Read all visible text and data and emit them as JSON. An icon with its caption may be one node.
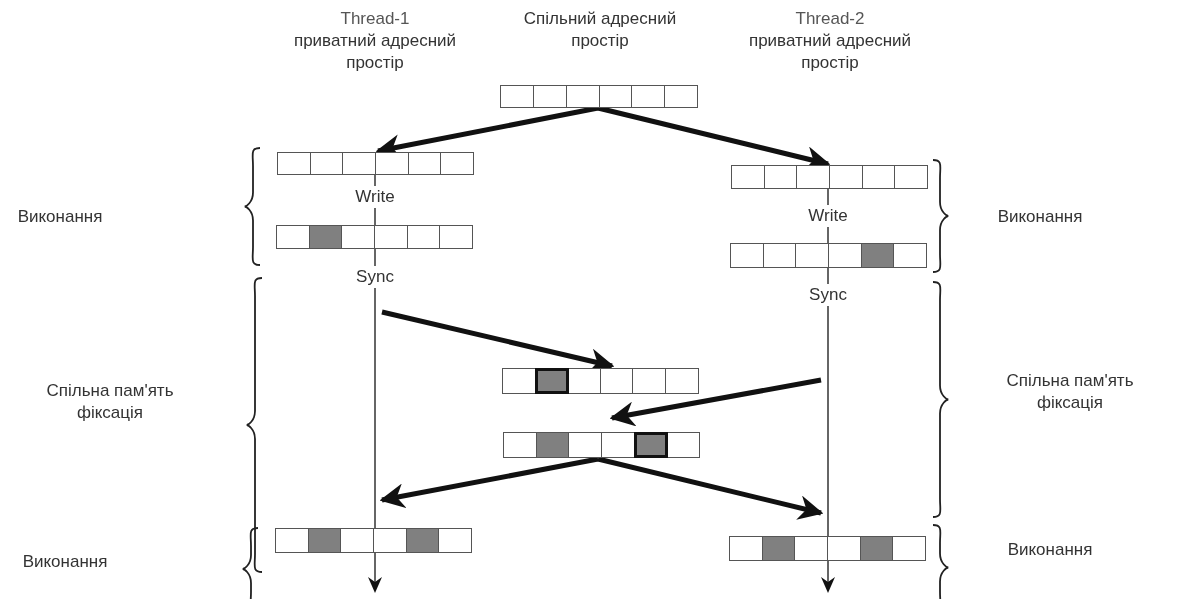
{
  "diagram": {
    "nodes": [
      {
        "text": [],
        "shape": "bar"
      },
      {
        "text": [],
        "shape": "bar"
      },
      {
        "text": [],
        "shape": "bar"
      },
      {
        "text": [],
        "shape": "bar"
      },
      {
        "text": [],
        "shape": "bar"
      },
      {
        "text": [],
        "shape": "line"
      },
      {
        "text": [],
        "shape": "line"
      },
      {
        "text": [],
        "shape": "bar"
      },
      {
        "text": [],
        "shape": "bar"
      },
      {
        "text": [],
        "shape": "bar"
      },
      {
        "text": [],
        "shape": "bar"
      }
    ],
    "edges": [
      {
        "from": 0,
        "to": 1,
        "arrow": "to"
      },
      {
        "from": 0,
        "to": 2,
        "arrow": "to"
      },
      {
        "from": 5,
        "to": 7,
        "arrow": "to"
      },
      {
        "from": 6,
        "to": 8,
        "arrow": "to"
      },
      {
        "from": 8,
        "to": 5,
        "arrow": "to"
      },
      {
        "from": 8,
        "to": 6,
        "arrow": "to"
      }
    ],
    "labels": [
      "Thread-1",
      "приватний адресний простір",
      "Спільний адресний простір",
      "Thread-2",
      "приватний адресний простір",
      "Write",
      "Write",
      "Sync",
      "Sync",
      "Виконання",
      "Виконання",
      "Спільна пам'ять фіксація",
      "Спільна пам'ять фіксація",
      "Виконання",
      "Виконання"
    ]
  }
}
